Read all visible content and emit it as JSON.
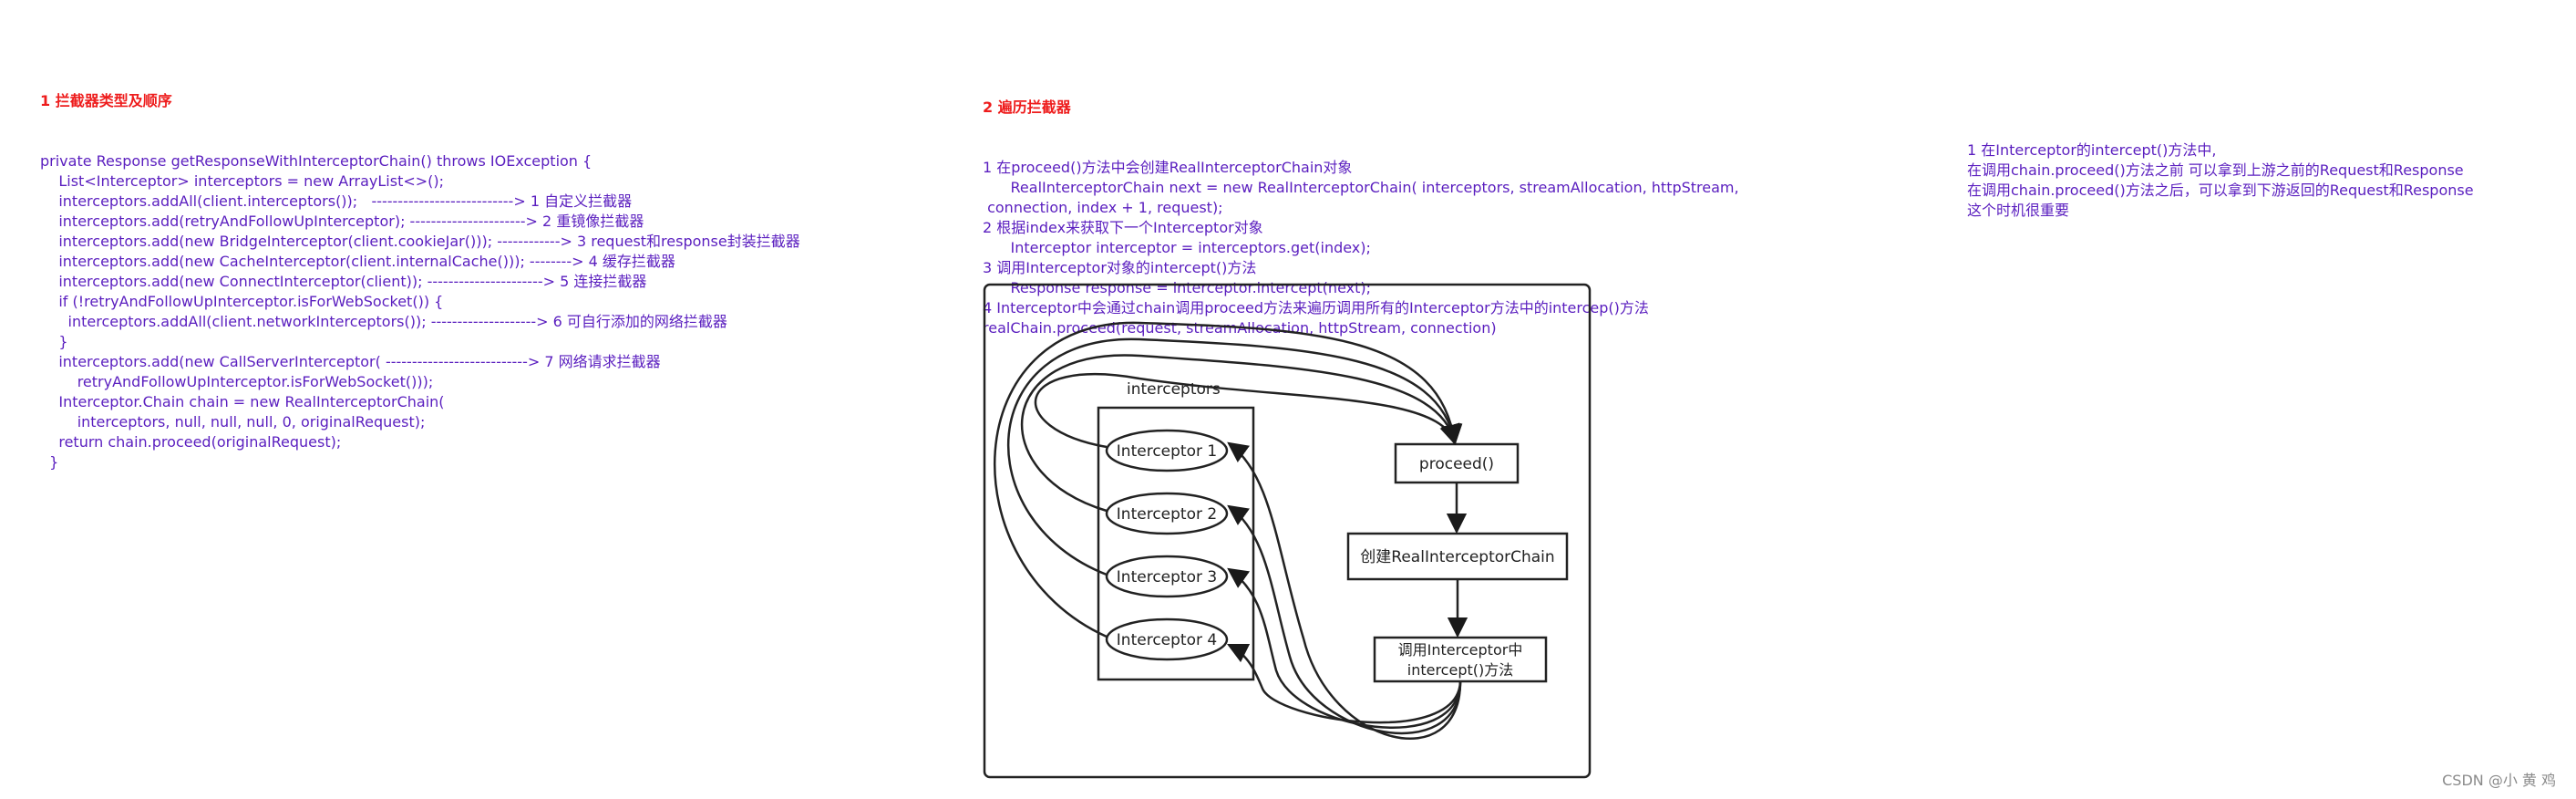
{
  "section1": {
    "title": "1 拦截器类型及顺序",
    "lines": [
      "private Response getResponseWithInterceptorChain() throws IOException {",
      "    List<Interceptor> interceptors = new ArrayList<>();",
      "    interceptors.addAll(client.interceptors());   ---------------------------> 1 自定义拦截器",
      "    interceptors.add(retryAndFollowUpInterceptor); ----------------------> 2 重镜像拦截器",
      "    interceptors.add(new BridgeInterceptor(client.cookieJar())); ------------> 3 request和response封装拦截器",
      "    interceptors.add(new CacheInterceptor(client.internalCache())); --------> 4 缓存拦截器",
      "    interceptors.add(new ConnectInterceptor(client)); ----------------------> 5 连接拦截器",
      "    if (!retryAndFollowUpInterceptor.isForWebSocket()) {",
      "      interceptors.addAll(client.networkInterceptors()); --------------------> 6 可自行添加的网络拦截器",
      "    }",
      "    interceptors.add(new CallServerInterceptor( ---------------------------> 7 网络请求拦截器",
      "        retryAndFollowUpInterceptor.isForWebSocket()));",
      "    Interceptor.Chain chain = new RealInterceptorChain(",
      "        interceptors, null, null, null, 0, originalRequest);",
      "    return chain.proceed(originalRequest);",
      "  }"
    ]
  },
  "section2": {
    "title": "2 遍历拦截器",
    "lines": [
      "1 在proceed()方法中会创建RealInterceptorChain对象",
      "      RealInterceptorChain next = new RealInterceptorChain( interceptors, streamAllocation, httpStream,",
      " connection, index + 1, request);",
      "2 根据index来获取下一个Interceptor对象",
      "      Interceptor interceptor = interceptors.get(index);",
      "3 调用Interceptor对象的intercept()方法",
      "      Response response = interceptor.intercept(next);",
      "4 Interceptor中会通过chain调用proceed方法来遍历调用所有的Interceptor方法中的intercep()方法",
      "realChain.proceed(request, streamAllocation, httpStream, connection)"
    ]
  },
  "section3": {
    "lines": [
      "1 在Interceptor的intercept()方法中,",
      "在调用chain.proceed()方法之前 可以拿到上游之前的Request和Response",
      "在调用chain.proceed()方法之后，可以拿到下游返回的Request和Response",
      "这个时机很重要"
    ]
  },
  "diagram": {
    "list_label": "interceptors",
    "interceptors": [
      "Interceptor 1",
      "Interceptor 2",
      "Interceptor 3",
      "Interceptor 4"
    ],
    "proceed_label": "proceed()",
    "create_label": "创建RealInterceptorChain",
    "call_label_line1": "调用Interceptor中",
    "call_label_line2": "intercept()方法"
  },
  "watermark": "CSDN @小 黄 鸡"
}
